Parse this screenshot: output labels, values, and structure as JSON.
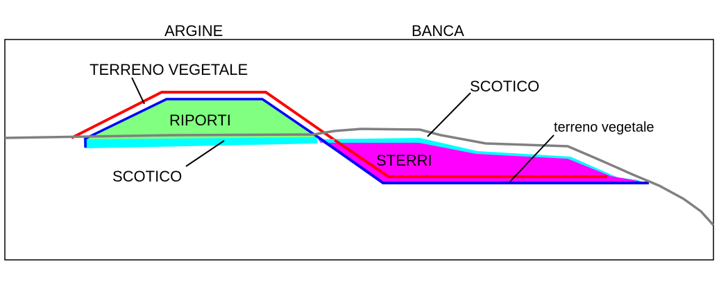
{
  "header": {
    "argine_label": "ARGINE",
    "banca_label": "BANCA"
  },
  "labels": {
    "terreno_vegetale_upper": "TERRENO VEGETALE",
    "riporti": "RIPORTI",
    "scotico_left": "SCOTICO",
    "scotico_right": "SCOTICO",
    "sterri": "STERRI",
    "terreno_vegetale_lower": "terreno vegetale"
  },
  "colors": {
    "ground_line": "#808080",
    "terreno_vegetale_layer": "#ff0000",
    "excavation_line": "#0000ff",
    "scotico_layer": "#00ffff",
    "riporti_fill": "#80ff80",
    "sterri_fill": "#ff00ff",
    "frame": "#000000"
  }
}
